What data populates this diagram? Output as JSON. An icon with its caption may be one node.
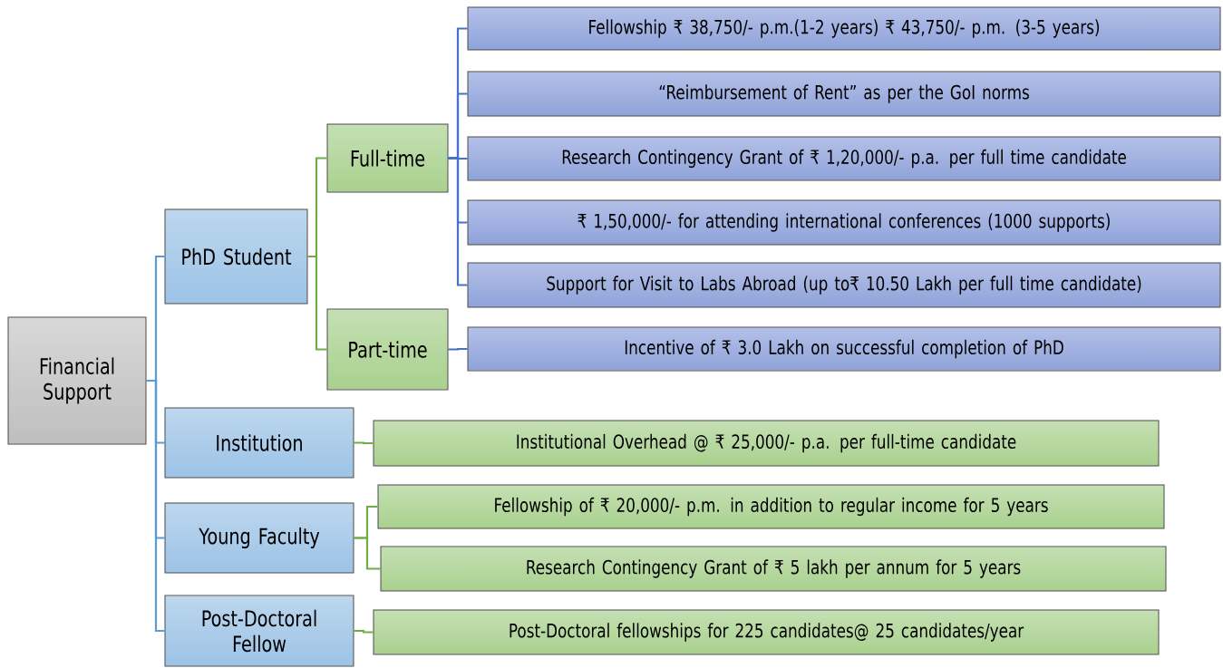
{
  "diagram": {
    "nodes": [
      {
        "text": [
          "Financial Support"
        ]
      },
      {
        "text": [
          "PhD Student"
        ]
      },
      {
        "text": [
          "Full-time"
        ]
      },
      {
        "text": [
          "Part-time"
        ]
      },
      {
        "text": [
          "Fellowship ₹ 38,750/- p.m.(1-2 years) ₹ 43,750/- p.m. (3-5 years)"
        ]
      },
      {
        "text": [
          "“Reimbursement of Rent”  as per the GoI norms"
        ]
      },
      {
        "text": [
          "Research Contingency Grant of ₹ 1,20,000/- p.a. per full time candidate"
        ]
      },
      {
        "text": [
          "₹ 1,50,000/- for attending international conferences (1000 supports)"
        ]
      },
      {
        "text": [
          "Support for Visit to Labs Abroad (up to₹ 10.50 Lakh per full time candidate)"
        ]
      },
      {
        "text": [
          "Incentive of ₹ 3.0 Lakh on successful completion of PhD"
        ]
      },
      {
        "text": [
          "Institution"
        ]
      },
      {
        "text": [
          "Institutional Overhead @ ₹ 25,000/- p.a. per full-time candidate"
        ]
      },
      {
        "text": [
          "Young Faculty"
        ]
      },
      {
        "text": [
          "Fellowship of ₹ 20,000/- p.m. in addition to regular income for 5 years"
        ]
      },
      {
        "text": [
          "Research Contingency Grant of ₹ 5 lakh per annum for 5 years"
        ]
      },
      {
        "text": [
          "Post-Doctoral Fellow"
        ]
      },
      {
        "text": [
          "Post-Doctoral fellowships for 225 candidates@ 25 candidates/year"
        ]
      }
    ],
    "edges": [
      {
        "from": 0,
        "to": 1,
        "arrow": "none",
        "color": "#5b9bd5"
      },
      {
        "from": 0,
        "to": 10,
        "arrow": "none",
        "color": "#5b9bd5"
      },
      {
        "from": 0,
        "to": 12,
        "arrow": "none",
        "color": "#5b9bd5"
      },
      {
        "from": 0,
        "to": 15,
        "arrow": "none",
        "color": "#5b9bd5"
      },
      {
        "from": 1,
        "to": 2,
        "arrow": "none",
        "color": "#70ad47"
      },
      {
        "from": 1,
        "to": 3,
        "arrow": "none",
        "color": "#70ad47"
      },
      {
        "from": 2,
        "to": 4,
        "arrow": "none",
        "color": "#4472c4"
      },
      {
        "from": 2,
        "to": 5,
        "arrow": "none",
        "color": "#4472c4"
      },
      {
        "from": 2,
        "to": 6,
        "arrow": "none",
        "color": "#4472c4"
      },
      {
        "from": 2,
        "to": 7,
        "arrow": "none",
        "color": "#4472c4"
      },
      {
        "from": 2,
        "to": 8,
        "arrow": "none",
        "color": "#4472c4"
      },
      {
        "from": 3,
        "to": 9,
        "arrow": "none",
        "color": "#4472c4"
      },
      {
        "from": 10,
        "to": 11,
        "arrow": "none",
        "color": "#70ad47"
      },
      {
        "from": 12,
        "to": 13,
        "arrow": "none",
        "color": "#70ad47"
      },
      {
        "from": 12,
        "to": 14,
        "arrow": "none",
        "color": "#70ad47"
      },
      {
        "from": 15,
        "to": 16,
        "arrow": "none",
        "color": "#70ad47"
      }
    ]
  }
}
